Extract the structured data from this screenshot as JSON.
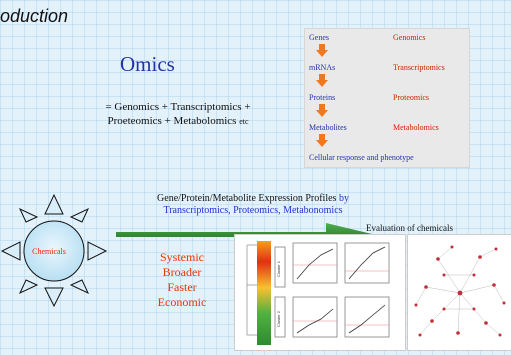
{
  "slide_title": "oduction",
  "omics": {
    "title": "Omics",
    "definition_line1": "= Genomics + Transcriptomics +",
    "definition_line2": "Proeteomics + Metabolomics",
    "definition_etc": "etc"
  },
  "flow": {
    "rows": [
      {
        "left": "Genes",
        "right": "Genomics"
      },
      {
        "left": "mRNAs",
        "right": "Transcriptomics"
      },
      {
        "left": "Proteins",
        "right": "Proteomics"
      },
      {
        "left": "Metabolites",
        "right": "Metabolomics"
      }
    ],
    "result": "Cellular response and phenotype"
  },
  "profiles": {
    "line1": "Gene/Protein/Metabolite Expression Profiles",
    "by": "by",
    "line2": "Transcriptomics, Proteomics, Metabonomics"
  },
  "chemicals_label": "Chemicals",
  "evaluation_text": "Evaluation of chemicals",
  "benefits": [
    "Systemic",
    "Broader",
    "Faster",
    "Economic"
  ],
  "cluster_labels": [
    "Cluster 1",
    "Cluster 2"
  ],
  "colors": {
    "background": "#e3f1fa",
    "blue_text": "#2233aa",
    "red_text": "#cc2200",
    "flow_arrow": "#f07820",
    "green_arrow": "#2e8b2e"
  }
}
